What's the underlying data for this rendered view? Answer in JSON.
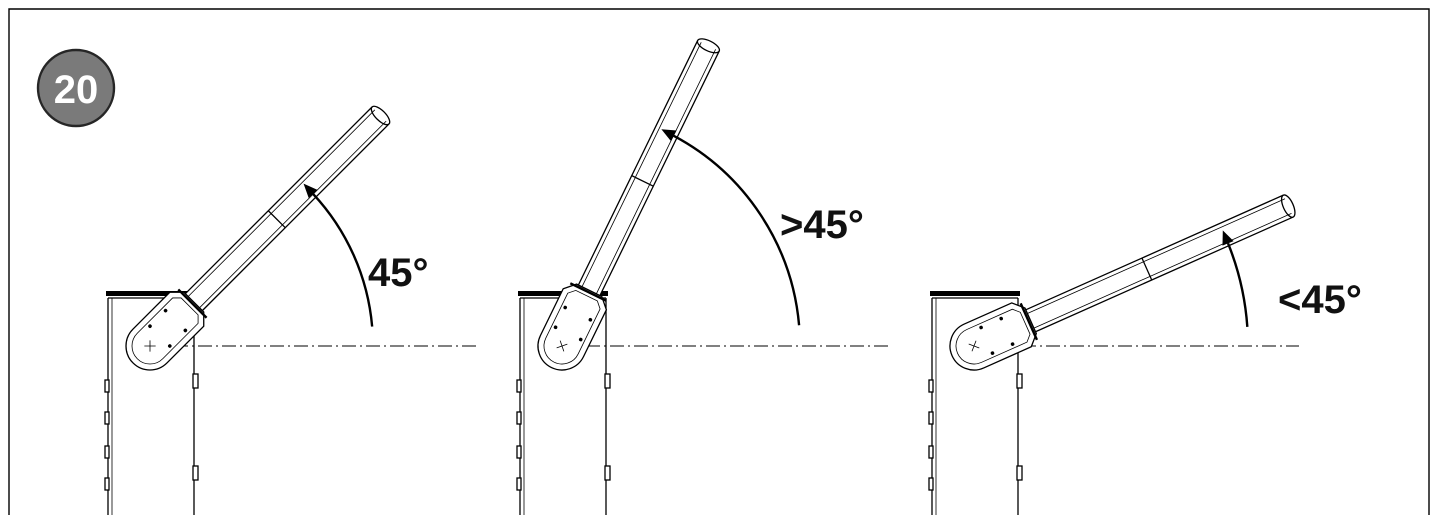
{
  "figure": {
    "badge_number": "20"
  },
  "barriers": [
    {
      "id": "equal",
      "angle_label": "45°",
      "boom_angle_deg": 45
    },
    {
      "id": "greater",
      "angle_label": ">45°",
      "boom_angle_deg": 64
    },
    {
      "id": "less",
      "angle_label": "<45°",
      "boom_angle_deg": 24
    }
  ],
  "colors": {
    "badge_fill": "#7a7a7a",
    "badge_stroke": "#262626",
    "line": "#000000"
  }
}
